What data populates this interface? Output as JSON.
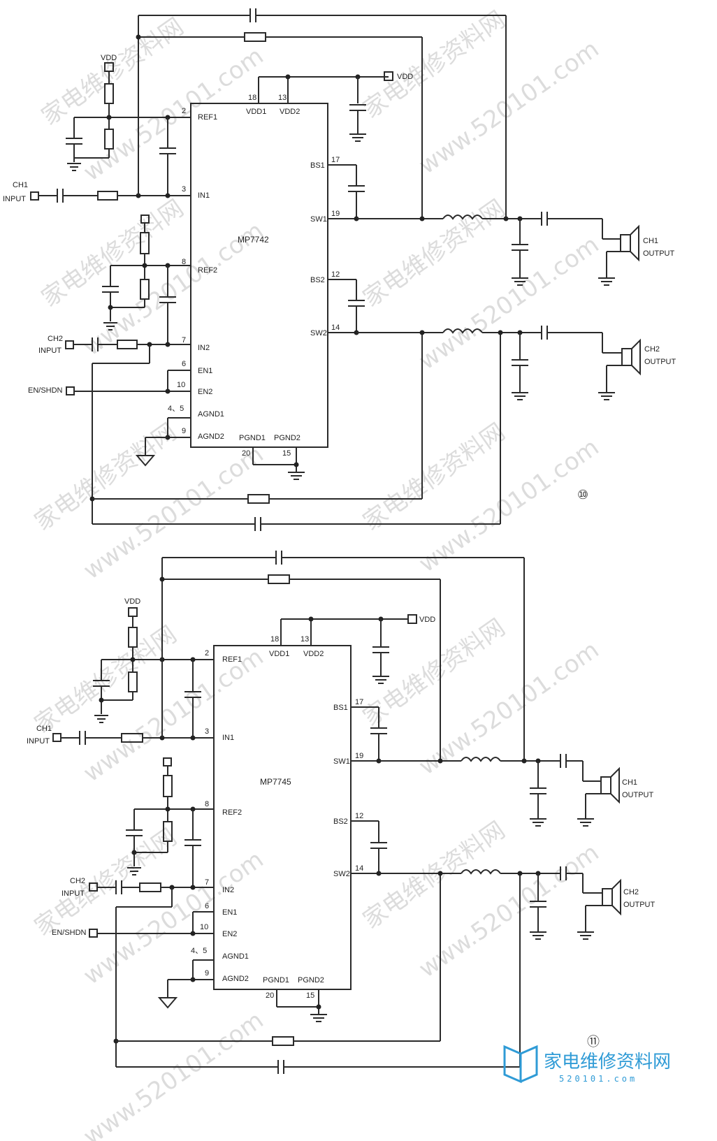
{
  "watermark": {
    "text_cn": "家电维修资料网",
    "text_url": "www.520101.com"
  },
  "logo": {
    "text_cn": "家电维修资料网",
    "text_url": "520101.com"
  },
  "figure10": {
    "number": "⑩",
    "ic_name": "MP7742",
    "labels": {
      "vdd_top": "VDD",
      "vdd_right": "VDD",
      "ch1_input": [
        "CH1",
        "INPUT"
      ],
      "ch2_input": [
        "CH2",
        "INPUT"
      ],
      "en_shdn": "EN/SHDN",
      "ch1_output": [
        "CH1",
        "OUTPUT"
      ],
      "ch2_output": [
        "CH2",
        "OUTPUT"
      ]
    },
    "pins_left": [
      {
        "num": "2",
        "name": "REF1"
      },
      {
        "num": "3",
        "name": "IN1"
      },
      {
        "num": "8",
        "name": "REF2"
      },
      {
        "num": "7",
        "name": "IN2"
      },
      {
        "num": "6",
        "name": "EN1"
      },
      {
        "num": "10",
        "name": "EN2"
      },
      {
        "num": "4、5",
        "name": "AGND1"
      },
      {
        "num": "9",
        "name": "AGND2"
      }
    ],
    "pins_top": [
      {
        "num": "18",
        "name": "VDD1"
      },
      {
        "num": "13",
        "name": "VDD2"
      }
    ],
    "pins_right": [
      {
        "num": "17",
        "name": "BS1"
      },
      {
        "num": "19",
        "name": "SW1"
      },
      {
        "num": "12",
        "name": "BS2"
      },
      {
        "num": "14",
        "name": "SW2"
      }
    ],
    "pins_bottom": [
      {
        "num": "20",
        "name": "PGND1"
      },
      {
        "num": "15",
        "name": "PGND2"
      }
    ]
  },
  "figure11": {
    "number": "⑪",
    "ic_name": "MP7745",
    "labels": {
      "vdd_top": "VDD",
      "vdd_right": "VDD",
      "ch1_input": [
        "CH1",
        "INPUT"
      ],
      "ch2_input": [
        "CH2",
        "INPUT"
      ],
      "en_shdn": "EN/SHDN",
      "ch1_output": [
        "CH1",
        "OUTPUT"
      ],
      "ch2_output": [
        "CH2",
        "OUTPUT"
      ]
    },
    "pins_left": [
      {
        "num": "2",
        "name": "REF1"
      },
      {
        "num": "3",
        "name": "IN1"
      },
      {
        "num": "8",
        "name": "REF2"
      },
      {
        "num": "7",
        "name": "IN2"
      },
      {
        "num": "6",
        "name": "EN1"
      },
      {
        "num": "10",
        "name": "EN2"
      },
      {
        "num": "4、5",
        "name": "AGND1"
      },
      {
        "num": "9",
        "name": "AGND2"
      }
    ],
    "pins_top": [
      {
        "num": "18",
        "name": "VDD1"
      },
      {
        "num": "13",
        "name": "VDD2"
      }
    ],
    "pins_right": [
      {
        "num": "17",
        "name": "BS1"
      },
      {
        "num": "19",
        "name": "SW1"
      },
      {
        "num": "12",
        "name": "BS2"
      },
      {
        "num": "14",
        "name": "SW2"
      }
    ],
    "pins_bottom": [
      {
        "num": "20",
        "name": "PGND1"
      },
      {
        "num": "15",
        "name": "PGND2"
      }
    ]
  }
}
